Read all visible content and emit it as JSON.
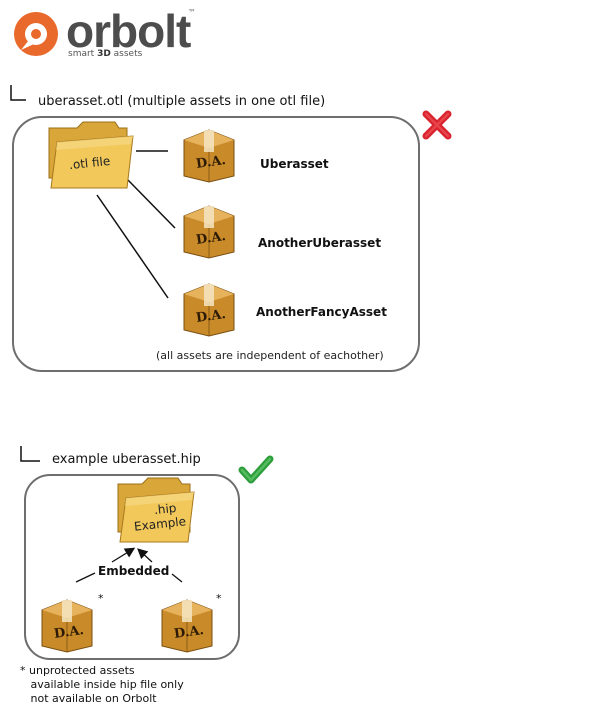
{
  "logo": {
    "brand": "orbolt",
    "trademark": "™",
    "tagline_prefix": "smart ",
    "tagline_bold": "3D",
    "tagline_suffix": " assets",
    "accent_color": "#e8692b",
    "icon": "orbolt-pin-logo-icon"
  },
  "section_otl": {
    "title": "uberasset.otl  (multiple assets in one otl file)",
    "folder_label": ".otl file",
    "assets": [
      {
        "name": "Uberasset",
        "badge": "D.A."
      },
      {
        "name": "AnotherUberasset",
        "badge": "D.A."
      },
      {
        "name": "AnotherFancyAsset",
        "badge": "D.A."
      }
    ],
    "note": "(all assets are independent of eachother)",
    "status_icon": "red-x-icon",
    "status_color": "#d9232e"
  },
  "section_hip": {
    "title": "example uberasset.hip",
    "folder_label_line1": ".hip",
    "folder_label_line2": "Example",
    "embedded_label": "Embedded",
    "assets": [
      {
        "badge": "D.A.",
        "marker": "*"
      },
      {
        "badge": "D.A.",
        "marker": "*"
      }
    ],
    "status_icon": "green-check-icon",
    "status_color": "#2e9e3c",
    "footnote": [
      "* unprotected assets",
      "   available inside hip file only",
      "   not available on Orbolt"
    ]
  }
}
